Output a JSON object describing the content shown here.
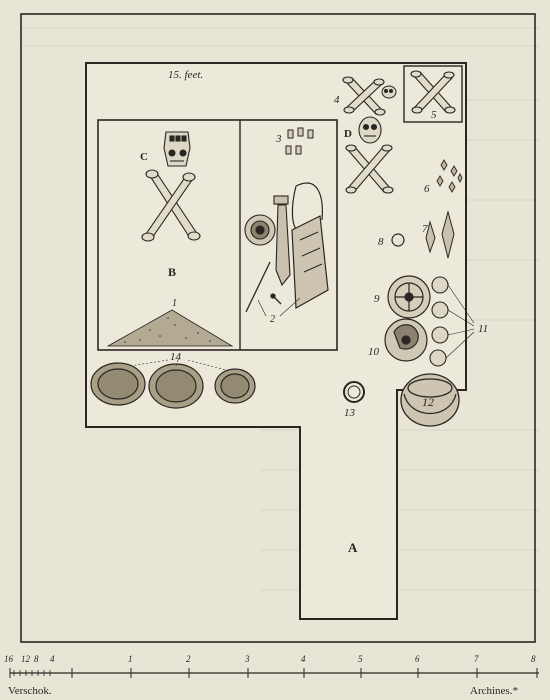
{
  "plan": {
    "dimension_label": "15. feet.",
    "area_letters": {
      "A": "A",
      "B": "B",
      "C": "C",
      "D": "D"
    },
    "item_numbers": [
      "1",
      "2",
      "3",
      "4",
      "5",
      "6",
      "7",
      "8",
      "9",
      "10",
      "11",
      "12",
      "13",
      "14"
    ]
  },
  "scale": {
    "left_label": "Verschok.",
    "right_label": "Archines.*",
    "verschok_ticks": [
      "16",
      "12",
      "8",
      "4"
    ],
    "archine_ticks": [
      "1",
      "2",
      "3",
      "4",
      "5",
      "6",
      "7",
      "8"
    ]
  }
}
